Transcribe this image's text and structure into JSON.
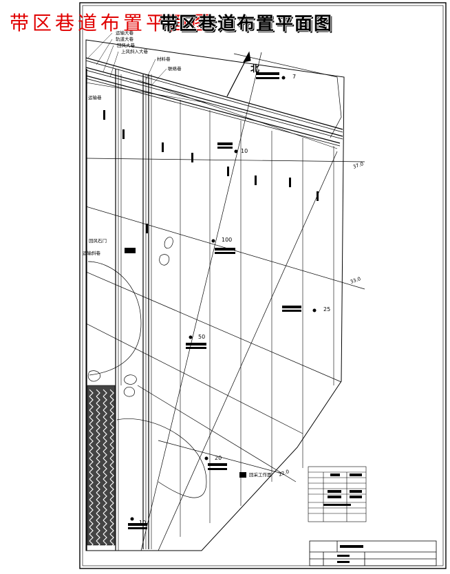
{
  "header": {
    "red_title": "带区巷道布置平面图",
    "sheet_title": "带区巷道布置平面图"
  },
  "drawing": {
    "north": "北",
    "callouts": {
      "c1": "运输大巷",
      "c2": "轨道大巷",
      "c3": "回风大巷",
      "c4": "上风斜入大巷",
      "c5": "材料巷",
      "c6": "联络巷",
      "c7": "运输巷",
      "c8": "回风石门",
      "c9": "运输斜巷",
      "c10": "回采工作面"
    },
    "contours": {
      "k1": "37.0",
      "k2": "33.0",
      "k3": "22.0"
    },
    "marks": {
      "m1": "7",
      "m2": "10",
      "m3": "100",
      "m4": "50",
      "m5": "20",
      "m6": "10",
      "m7": "25"
    }
  },
  "colors": {
    "title_red": "#e00000",
    "line": "#000000",
    "paper": "#ffffff"
  }
}
